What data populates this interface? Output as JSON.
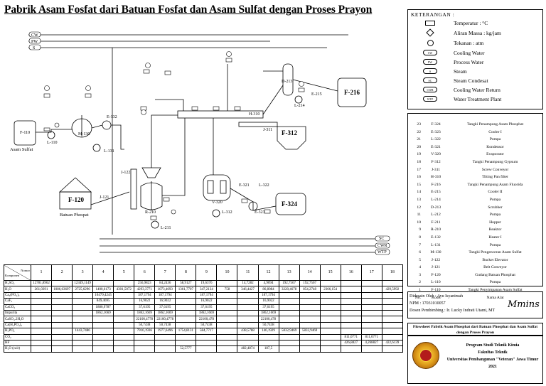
{
  "title": "Pabrik Asam Fosfat dari Batuan Fosfat dan Asam Sulfat dengan Proses Prayon",
  "diagram": {
    "line_tags": [
      "CW",
      "PW",
      "S"
    ],
    "return_tags": [
      "SC",
      "CWR",
      "WTP"
    ],
    "units": {
      "f110": "F-110",
      "f110_name": "Asam Sulfat",
      "f120": "F-120",
      "f120_name": "Batuan Phospat",
      "f216": "F-216",
      "f312": "F-312",
      "f324": "F-324",
      "v320": "V-320",
      "m130": "M-130",
      "r210": "R-210",
      "l131": "L-131",
      "l312": "L-312",
      "j121": "J-121",
      "j122": "J-122",
      "h310": "H-310",
      "j311": "J-311",
      "e323": "E-323",
      "e321": "E-321",
      "d213": "D-213",
      "e132": "E-132",
      "e215": "E-215",
      "l214": "L-214",
      "l322": "L-322",
      "l211": "L-211",
      "l110": "L-110"
    }
  },
  "legend": {
    "header": "KETERANGAN :",
    "items": [
      {
        "sym": "rect",
        "label": "Temperatur : °C"
      },
      {
        "sym": "diamond",
        "label": "Aliran Massa : kg/jam"
      },
      {
        "sym": "circle",
        "label": "Tekanan : atm"
      },
      {
        "sym": "tag",
        "tag": "CW",
        "label": "Cooling Water"
      },
      {
        "sym": "tag",
        "tag": "PW",
        "label": "Process Water"
      },
      {
        "sym": "tag",
        "tag": "S",
        "label": "Steam"
      },
      {
        "sym": "tag",
        "tag": "SC",
        "label": "Steam Condesat"
      },
      {
        "sym": "tag",
        "tag": "CWR",
        "label": "Cooling Water Return"
      },
      {
        "sym": "tag",
        "tag": "WTP",
        "label": "Water Treatment Plant"
      }
    ]
  },
  "equipment": [
    {
      "no": "23",
      "kode": "F-324",
      "nama": "Tangki Penampung Asam Phosphat"
    },
    {
      "no": "22",
      "kode": "E-323",
      "nama": "Cooler I"
    },
    {
      "no": "21",
      "kode": "L-322",
      "nama": "Pompa"
    },
    {
      "no": "20",
      "kode": "E-321",
      "nama": "Kondensor"
    },
    {
      "no": "19",
      "kode": "V-320",
      "nama": "Evaporator"
    },
    {
      "no": "18",
      "kode": "F-312",
      "nama": "Tangki Penampung Gypsum"
    },
    {
      "no": "17",
      "kode": "J-311",
      "nama": "Screw Conveyor"
    },
    {
      "no": "16",
      "kode": "H-310",
      "nama": "Tilting Pan filter"
    },
    {
      "no": "15",
      "kode": "F-216",
      "nama": "Tangki Penampung Asam Fluorida"
    },
    {
      "no": "14",
      "kode": "E-215",
      "nama": "Cooler II"
    },
    {
      "no": "13",
      "kode": "L-214",
      "nama": "Pompa"
    },
    {
      "no": "12",
      "kode": "D-213",
      "nama": "Scrubber"
    },
    {
      "no": "11",
      "kode": "L-212",
      "nama": "Pompa"
    },
    {
      "no": "10",
      "kode": "F-211",
      "nama": "Hopper"
    },
    {
      "no": "9",
      "kode": "R-210",
      "nama": "Reaktor"
    },
    {
      "no": "8",
      "kode": "E-132",
      "nama": "Heater I"
    },
    {
      "no": "7",
      "kode": "L-131",
      "nama": "Pompa"
    },
    {
      "no": "6",
      "kode": "M-130",
      "nama": "Tangki Pengenceran Asam Sulfat"
    },
    {
      "no": "5",
      "kode": "J-122",
      "nama": "Bucket Elevator"
    },
    {
      "no": "4",
      "kode": "J-121",
      "nama": "Belt Conveyor"
    },
    {
      "no": "3",
      "kode": "F-120",
      "nama": "Gudang Batuan Phosphat"
    },
    {
      "no": "2",
      "kode": "L-110",
      "nama": "Pompa"
    },
    {
      "no": "1",
      "kode": "F-110",
      "nama": "Tangki Penyimpanan Asam Sulfat"
    },
    {
      "no": "No.",
      "kode": "Kode",
      "nama": "Nama Alat"
    }
  ],
  "info": {
    "line1": "Didesain Oleh       : Ayu Isyanimah",
    "line2": "NPM                      : 17031010057",
    "line3": "Dosen Pembimbing  : Ir. Lucky Indrati Utami, MT",
    "signature": "Mmins"
  },
  "caption": "Flowsheet Pabrik Asam Phosphat dari Batuan Phosphat dan Asam Sulfat dengan Proses Prayon",
  "institution": {
    "line1": "Program Studi Teknik Kimia",
    "line2": "Fakultas Teknik",
    "line3": "Universitas Pembangunan \"Veteran\" Jawa Timur",
    "line4": "2021"
  },
  "balance": {
    "corner_top": "Nomor",
    "corner_bottom": "Komponen",
    "streams": [
      "1",
      "2",
      "3",
      "4",
      "5",
      "6",
      "7",
      "8",
      "9",
      "10",
      "11",
      "12",
      "13",
      "14",
      "15",
      "16",
      "17",
      "18"
    ],
    "rows": [
      {
        "name": "H₂SO₄",
        "v": [
          "12781,8962",
          "",
          "12349,1149",
          "",
          "",
          "256,9823",
          "84,2436",
          "58,9127",
          "19,6376",
          "",
          "14,7282",
          "4,9094",
          "192,7567",
          "192,7567",
          "",
          "",
          "",
          ""
        ]
      },
      {
        "name": "H₂O",
        "v": [
          "261,0391",
          "1086,63697",
          "2725,6296",
          "1400,6173",
          "4301,5072",
          "4293,3771",
          "1073,4693",
          "1361,7707",
          "347,2134",
          "758",
          "346,4427",
          "86,8084",
          "3220,4678",
          "854,2748",
          "2366,154",
          "",
          "",
          "429,5992"
        ]
      },
      {
        "name": "Ca₃(PO₄)₂",
        "v": [
          "",
          "",
          "",
          "10479,4245",
          "",
          "187,1794",
          "187,1794",
          "",
          "187,1794",
          "",
          "",
          "187,1794",
          "",
          "",
          "",
          "",
          "",
          ""
        ]
      },
      {
        "name": "CaF₂",
        "v": [
          "",
          "",
          "",
          "849,4695",
          "",
          "16,9022",
          "16,9022",
          "",
          "16,9022",
          "",
          "",
          "16,9022",
          "",
          "",
          "",
          "",
          "",
          ""
        ]
      },
      {
        "name": "CaCO₃",
        "v": [
          "",
          "",
          "",
          "1880,9787",
          "",
          "37,6195",
          "37,6195",
          "",
          "37,6195",
          "",
          "",
          "37,6195",
          "",
          "",
          "",
          "",
          "",
          ""
        ]
      },
      {
        "name": "Impurita",
        "v": [
          "",
          "",
          "",
          "1862,1669",
          "",
          "1862,1669",
          "1862,1669",
          "",
          "1862,1669",
          "",
          "",
          "1862,1669",
          "",
          "",
          "",
          "",
          "",
          ""
        ]
      },
      {
        "name": "CaSO₄.2H₂O",
        "v": [
          "",
          "",
          "",
          "",
          "",
          "22100,4778",
          "22100,4778",
          "",
          "22100,478",
          "",
          "",
          "22100,478",
          "",
          "",
          "",
          "",
          "",
          ""
        ]
      },
      {
        "name": "Ca(H₂PO₄)₂",
        "v": [
          "",
          "",
          "",
          "",
          "",
          "50,7438",
          "50,7438",
          "",
          "50,7438",
          "",
          "",
          "50,7438",
          "",
          "",
          "",
          "",
          "",
          ""
        ]
      },
      {
        "name": "H₃PO₄",
        "v": [
          "",
          "",
          "1443,7486",
          "",
          "",
          "7916,1936",
          "1977,6496",
          "1754,8131",
          "584,7717",
          "",
          "438,5788",
          "146,1929",
          "5832,9469",
          "5832,9469",
          "",
          "",
          "",
          ""
        ]
      },
      {
        "name": "CO₂",
        "v": [
          "",
          "",
          "",
          "",
          "",
          "",
          "",
          "",
          "",
          "",
          "",
          "",
          "",
          "",
          "",
          "811,0771",
          "811,0771",
          ""
        ]
      },
      {
        "name": "HF",
        "v": [
          "",
          "",
          "",
          "",
          "",
          "",
          "",
          "",
          "",
          "",
          "",
          "",
          "",
          "",
          "",
          "426,8827",
          "4,268827",
          "422,6139"
        ]
      },
      {
        "name": "H₂O (cair)",
        "v": [
          "",
          "",
          "",
          "",
          "",
          "",
          "",
          "52,5777",
          "",
          "",
          "482,4874",
          "187,5",
          "",
          "",
          "",
          "",
          "",
          ""
        ]
      }
    ]
  }
}
